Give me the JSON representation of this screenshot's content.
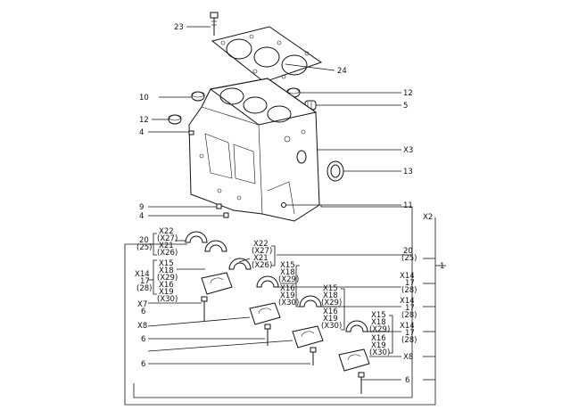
{
  "callouts": {
    "c23": "23",
    "c24": "24",
    "c10": "10",
    "c12a": "12",
    "c12b": "12",
    "c5": "5",
    "c4a": "4",
    "c4b": "4",
    "cX3": "X3",
    "c13": "13",
    "c9": "9",
    "c11": "11",
    "cX2": "X2",
    "c1": "1"
  },
  "left_groups": {
    "g1": [
      "X22",
      "(X27)",
      "X21",
      "(X26)"
    ],
    "g2": [
      "X15",
      "X18",
      "(X29)",
      "X16",
      "X19",
      "(X30)"
    ],
    "g3": [
      "20",
      "(25)"
    ],
    "g4": [
      "X14",
      "17",
      "(28)"
    ],
    "x7": "X7",
    "s6a": "6",
    "x8": "X8",
    "s6b": "6",
    "s6c": "6"
  },
  "mid_groups": {
    "g1": [
      "X22",
      "(X27)",
      "X21",
      "(X26)"
    ],
    "g2": [
      "X15",
      "X18",
      "(X29)",
      "X16",
      "X19",
      "(X30)"
    ],
    "g3": [
      "X15",
      "X18",
      "(X29)",
      "X16",
      "X19",
      "(X30)"
    ],
    "g4": [
      "X15",
      "X18",
      "(X29)",
      "X16",
      "X19",
      "(X30)"
    ]
  },
  "right_groups": {
    "g20": [
      "20",
      "(25)"
    ],
    "g14a": [
      "X14",
      "17",
      "(28)"
    ],
    "g14b": [
      "X14",
      "17",
      "(28)"
    ],
    "g14c": [
      "X14",
      "17",
      "(28)"
    ],
    "x8": "X8",
    "s6": "6"
  }
}
